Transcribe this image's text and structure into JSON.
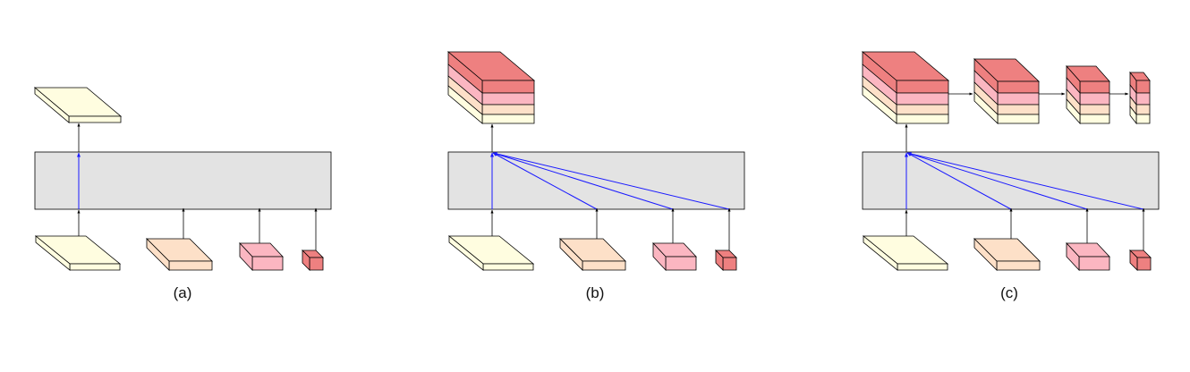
{
  "panels": [
    {
      "id": "a",
      "caption": "(a)"
    },
    {
      "id": "b",
      "caption": "(b)"
    },
    {
      "id": "c",
      "caption": "(c)"
    }
  ],
  "colors": {
    "level1": "#fffde0",
    "level2": "#fde0c8",
    "level3": "#fbb6c1",
    "level4": "#ee8080",
    "module": "#e3e3e3",
    "fusion_arrow": "#1a1aff",
    "arrow": "#000000"
  }
}
